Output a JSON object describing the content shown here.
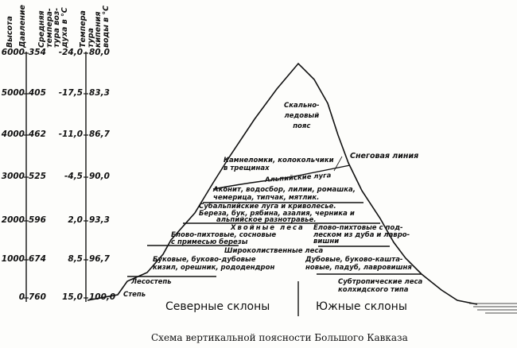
{
  "caption": "Схема вертикальной поясности Большого Кавказа",
  "axis_headers": [
    "Высота",
    "Давление",
    "Средняя темпера-тура воз-духа в °С",
    "Темпера тура кипения воды в °С"
  ],
  "axis_rows": [
    {
      "height": "6000",
      "pressure": "354",
      "air_temp": "-24,0",
      "boiling": "80,0"
    },
    {
      "height": "5000",
      "pressure": "405",
      "air_temp": "-17,5",
      "boiling": "83,3"
    },
    {
      "height": "4000",
      "pressure": "462",
      "air_temp": "-11,0",
      "boiling": "86,7"
    },
    {
      "height": "3000",
      "pressure": "525",
      "air_temp": "-4,5",
      "boiling": "90,0"
    },
    {
      "height": "2000",
      "pressure": "596",
      "air_temp": "2,0",
      "boiling": "93,3"
    },
    {
      "height": "1000",
      "pressure": "674",
      "air_temp": "8,5",
      "boiling": "96,7"
    },
    {
      "height": "0",
      "pressure": "760",
      "air_temp": "15,0",
      "boiling": "100,0"
    }
  ],
  "zones": {
    "rock_ice": [
      "Скально-",
      "ледовый",
      "пояс"
    ],
    "snow_line": "Снеговая линия",
    "saxifrage": [
      "Камнеломки, колокольчики",
      "в трещинах"
    ],
    "alpine": "Альпийские луга",
    "alpine_plants": [
      "Аконит, водосбор, лилии, ромашка,",
      "чемерица, типчак, мятлик."
    ],
    "subalpine": [
      "Субальпийские луга и криволесье.",
      "Береза, бук, рябина, азалия, черника и",
      "альпийское разнотравье."
    ],
    "conifer": "Хвойные леса",
    "conifer_north": [
      "Елово-пихтовые, сосновые",
      "с примесью березы"
    ],
    "conifer_south": [
      "Елово-пихтовые с под-",
      "леском из дуба и лавро-",
      "вишни"
    ],
    "broadleaf": "Широколиственные леса",
    "broadleaf_north": [
      "Буковые, буково-дубовые",
      "кизил, орешник, рододендрон"
    ],
    "broadleaf_south": [
      "Дубовые, буково-кашта-",
      "новые, падуб, лавровишня"
    ],
    "forest_steppe": "Лесостепь",
    "steppe": "Степь",
    "subtropical": [
      "Субтропические леса",
      "колхидского типа"
    ]
  },
  "slopes": {
    "north": "Северные склоны",
    "south": "Южные склоны"
  }
}
